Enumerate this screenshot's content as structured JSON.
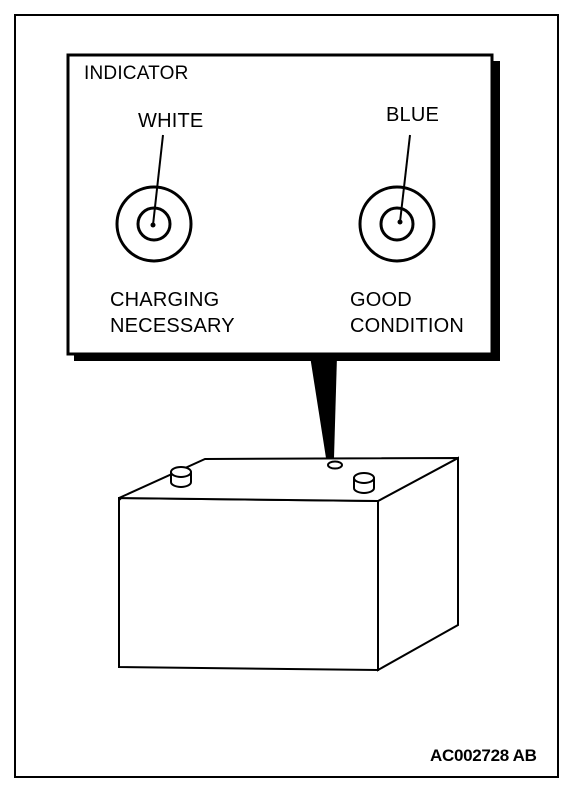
{
  "indicator": {
    "title": "INDICATOR",
    "left_color": "WHITE",
    "right_color": "BLUE",
    "left_state_line1": "CHARGING",
    "left_state_line2": "NECESSARY",
    "right_state_line1": "GOOD",
    "right_state_line2": "CONDITION"
  },
  "figure_code": "AC002728 AB"
}
